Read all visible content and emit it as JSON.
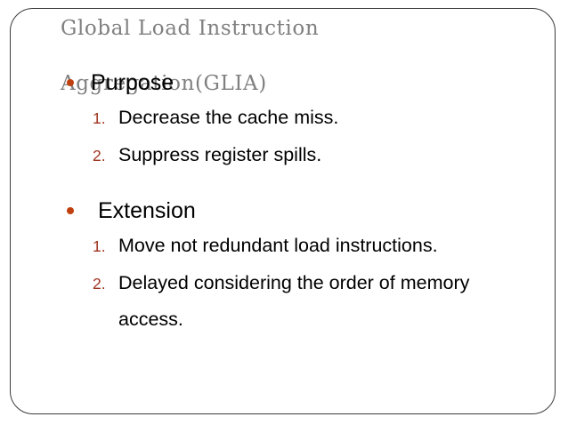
{
  "slide": {
    "title_lines": [
      "Global Load Instruction",
      "Aggregation(GLIA)"
    ],
    "title_color": "#808080",
    "bullet_color": "#C0410F",
    "number_color": "#A03320",
    "text_color": "#000000",
    "border_color": "#3b3b3b",
    "background": "#ffffff",
    "groups": [
      {
        "heading": "Purpose",
        "items": [
          {
            "marker": "1.",
            "text": "Decrease the cache miss."
          },
          {
            "marker": "2.",
            "text": "Suppress register spills."
          }
        ]
      },
      {
        "heading": "Extension",
        "items": [
          {
            "marker": "1.",
            "text": "Move not redundant load instructions."
          },
          {
            "marker": "2.",
            "text": "Delayed considering the order of memory access."
          }
        ]
      }
    ]
  }
}
